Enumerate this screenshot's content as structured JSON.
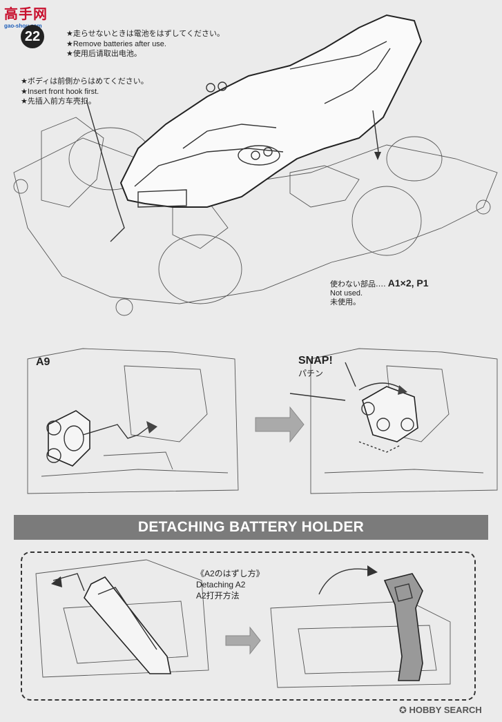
{
  "header": {
    "logo_text": "高手网",
    "logo_sub": "gao-shou.com"
  },
  "step": {
    "number": "22",
    "notes": [
      "★走らせないときは電池をはずしてください。",
      "★Remove batteries after use.",
      "★使用后请取出电池。"
    ],
    "body_notes": [
      "★ボディは前側からはめてください。",
      "★Insert front hook first.",
      "★先插入前方车壳扣。"
    ]
  },
  "unused": {
    "jp": "使わない部品‥‥",
    "parts": "A1×2, P1",
    "en": "Not used.",
    "cn": "未使用。"
  },
  "snap": {
    "part_label": "A9",
    "snap_label": "SNAP!",
    "snap_jp": "パチン"
  },
  "detach": {
    "banner": "DETACHING BATTERY HOLDER",
    "title_jp": "《A2のはずし方》",
    "title_en": "Detaching A2",
    "title_cn": "A2打开方法"
  },
  "footer": {
    "brand": "HOBBY SEARCH"
  },
  "colors": {
    "background": "#ebebeb",
    "banner": "#7b7b7b",
    "logo_red": "#c8102e",
    "ink": "#222222"
  }
}
